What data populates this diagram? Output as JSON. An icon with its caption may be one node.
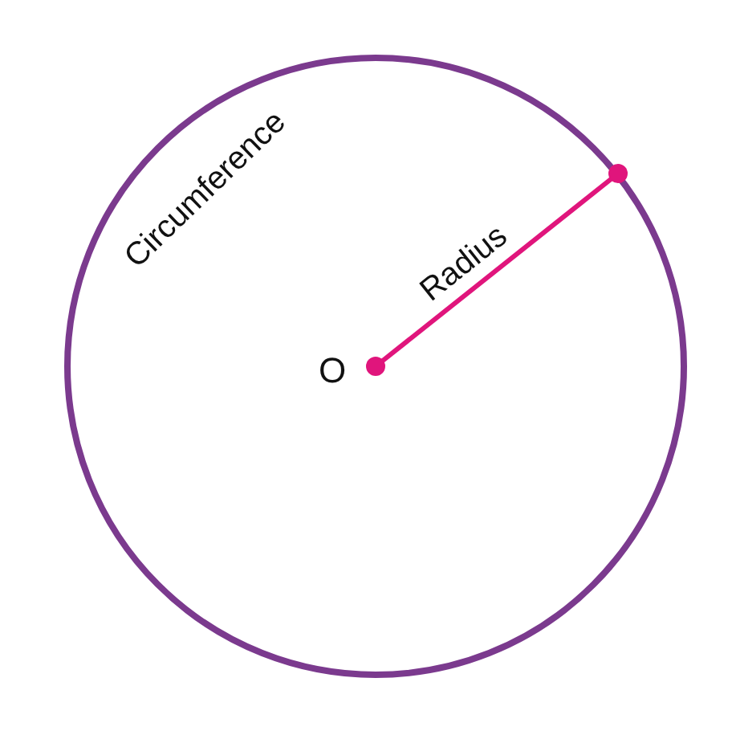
{
  "diagram": {
    "labels": [
      "Circumference",
      "Radius",
      "O"
    ]
  }
}
